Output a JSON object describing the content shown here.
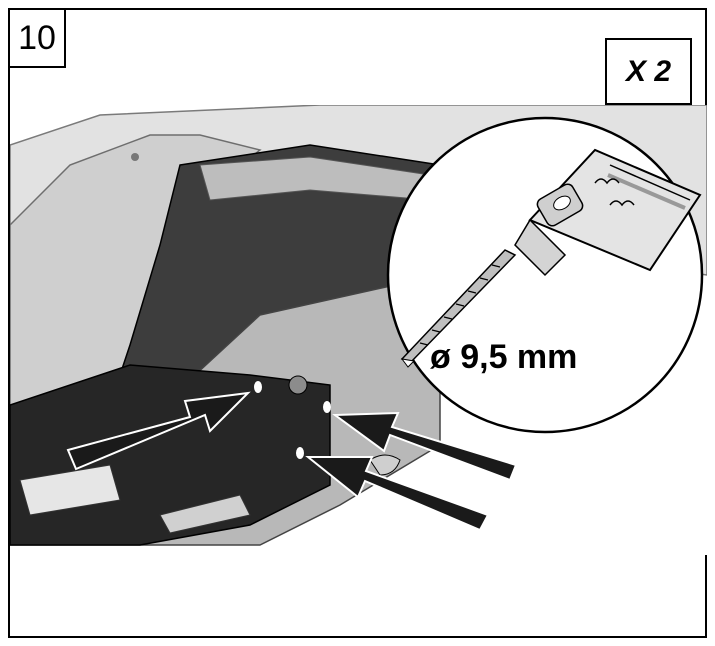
{
  "step": {
    "number": "10"
  },
  "quantity": {
    "label": "X 2"
  },
  "callout": {
    "drill_size": "ø 9,5 mm"
  },
  "icons": {
    "drill": "drill-chuck-icon",
    "arrows": "pointer-arrow-icon"
  },
  "colors": {
    "dark_panel": "#3a3a3a",
    "mid_gray": "#8c8c8c",
    "light_gray": "#d9d9d9",
    "outline": "#000000"
  }
}
